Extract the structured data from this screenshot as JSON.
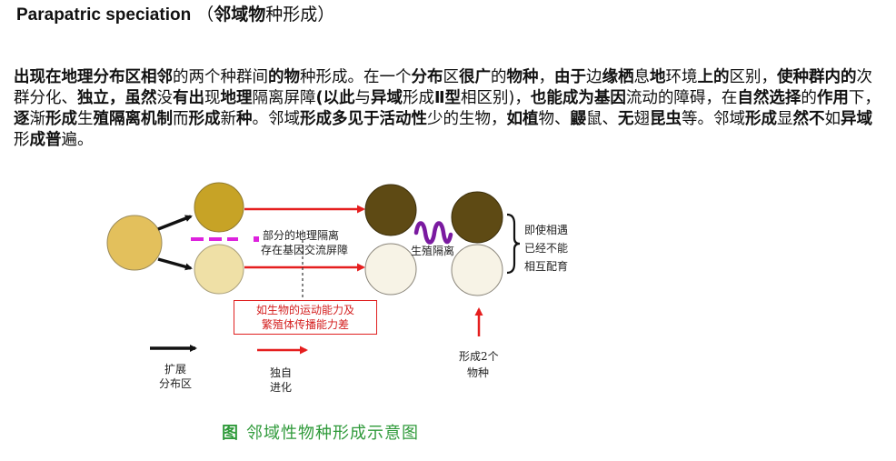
{
  "header": {
    "title_en": "Parapatric speciation",
    "title_open": " （",
    "title_cn_bold": "邻域物",
    "title_cn_rest": "种形成",
    "title_close": "）"
  },
  "paragraph": [
    {
      "t": "出现在地理分布区相邻",
      "b": true
    },
    {
      "t": "的两个种群间",
      "b": false
    },
    {
      "t": "的物",
      "b": true
    },
    {
      "t": "种形成。在一个",
      "b": false
    },
    {
      "t": "分布",
      "b": true
    },
    {
      "t": "区",
      "b": false
    },
    {
      "t": "很广",
      "b": true
    },
    {
      "t": "的",
      "b": false
    },
    {
      "t": "物种",
      "b": true
    },
    {
      "t": "，",
      "b": false
    },
    {
      "t": "由于",
      "b": true
    },
    {
      "t": "边",
      "b": false
    },
    {
      "t": "缘栖",
      "b": true
    },
    {
      "t": "息",
      "b": false
    },
    {
      "t": "地",
      "b": true
    },
    {
      "t": "环境",
      "b": false
    },
    {
      "t": "上的",
      "b": true
    },
    {
      "t": "区别，",
      "b": false
    },
    {
      "t": "使种群内的",
      "b": true
    },
    {
      "t": "次群分化、",
      "b": false
    },
    {
      "t": "独立，",
      "b": true
    },
    {
      "t": "虽然",
      "b": true
    },
    {
      "t": "没",
      "b": false
    },
    {
      "t": "有出",
      "b": true
    },
    {
      "t": "现",
      "b": false
    },
    {
      "t": "地理",
      "b": true
    },
    {
      "t": "隔离屏障",
      "b": false
    },
    {
      "t": "(以此",
      "b": true
    },
    {
      "t": "与",
      "b": false
    },
    {
      "t": "异域",
      "b": true
    },
    {
      "t": "形成",
      "b": false
    },
    {
      "t": "Ⅱ型",
      "b": true
    },
    {
      "t": "相区别)，",
      "b": false
    },
    {
      "t": "也能成为基因",
      "b": true
    },
    {
      "t": "流动的障碍，在",
      "b": false
    },
    {
      "t": "自然选择",
      "b": true
    },
    {
      "t": "的",
      "b": false
    },
    {
      "t": "作用",
      "b": true
    },
    {
      "t": "下，",
      "b": false
    },
    {
      "t": "逐",
      "b": true
    },
    {
      "t": "渐",
      "b": false
    },
    {
      "t": "形成",
      "b": true
    },
    {
      "t": "生",
      "b": false
    },
    {
      "t": "殖隔离",
      "b": true
    },
    {
      "t": "机制",
      "b": true
    },
    {
      "t": "而",
      "b": false
    },
    {
      "t": "形成",
      "b": true
    },
    {
      "t": "新",
      "b": false
    },
    {
      "t": "种",
      "b": true
    },
    {
      "t": "。邻域",
      "b": false
    },
    {
      "t": "形成",
      "b": true
    },
    {
      "t": "多见于活动性",
      "b": true
    },
    {
      "t": "少的生物，",
      "b": false
    },
    {
      "t": "如植",
      "b": true
    },
    {
      "t": "物、",
      "b": false
    },
    {
      "t": "鼹",
      "b": true
    },
    {
      "t": "鼠、",
      "b": false
    },
    {
      "t": "无",
      "b": true
    },
    {
      "t": "翅",
      "b": false
    },
    {
      "t": "昆虫",
      "b": true
    },
    {
      "t": "等。邻域",
      "b": false
    },
    {
      "t": "形成",
      "b": true
    },
    {
      "t": "显",
      "b": false
    },
    {
      "t": "然",
      "b": true
    },
    {
      "t": "不",
      "b": true
    },
    {
      "t": "如",
      "b": false
    },
    {
      "t": "异域",
      "b": true
    },
    {
      "t": "形",
      "b": false
    },
    {
      "t": "成普",
      "b": true
    },
    {
      "t": "遍。",
      "b": false
    }
  ],
  "diagram": {
    "barrier_label": [
      "部分的地理隔离",
      "存在基因交流屏障"
    ],
    "repro_label": "生殖隔离",
    "result_label": [
      "即使相遇",
      "已经不能",
      "相互配育"
    ],
    "redbox_label": [
      "如生物的运动能力及",
      "繁殖体传播能力差"
    ],
    "legend_expand": [
      "扩展",
      "分布区"
    ],
    "legend_evolve": [
      "独自",
      "进化"
    ],
    "legend_species": [
      "形成2个",
      "物种"
    ],
    "caption_fig": "图",
    "caption_text": "邻域性物种形成示意图"
  },
  "colors": {
    "ancestral": "#e3c05c",
    "upper_gold": "#c7a326",
    "lower_pale": "#efe0a6",
    "dark_brown": "#5e4a14",
    "cream": "#f7f3e6",
    "red_arrow": "#e51e1e",
    "barrier_magenta": "#dd22dd",
    "squiggle": "#7a1aa0",
    "caption_green": "#2f9a3a"
  }
}
